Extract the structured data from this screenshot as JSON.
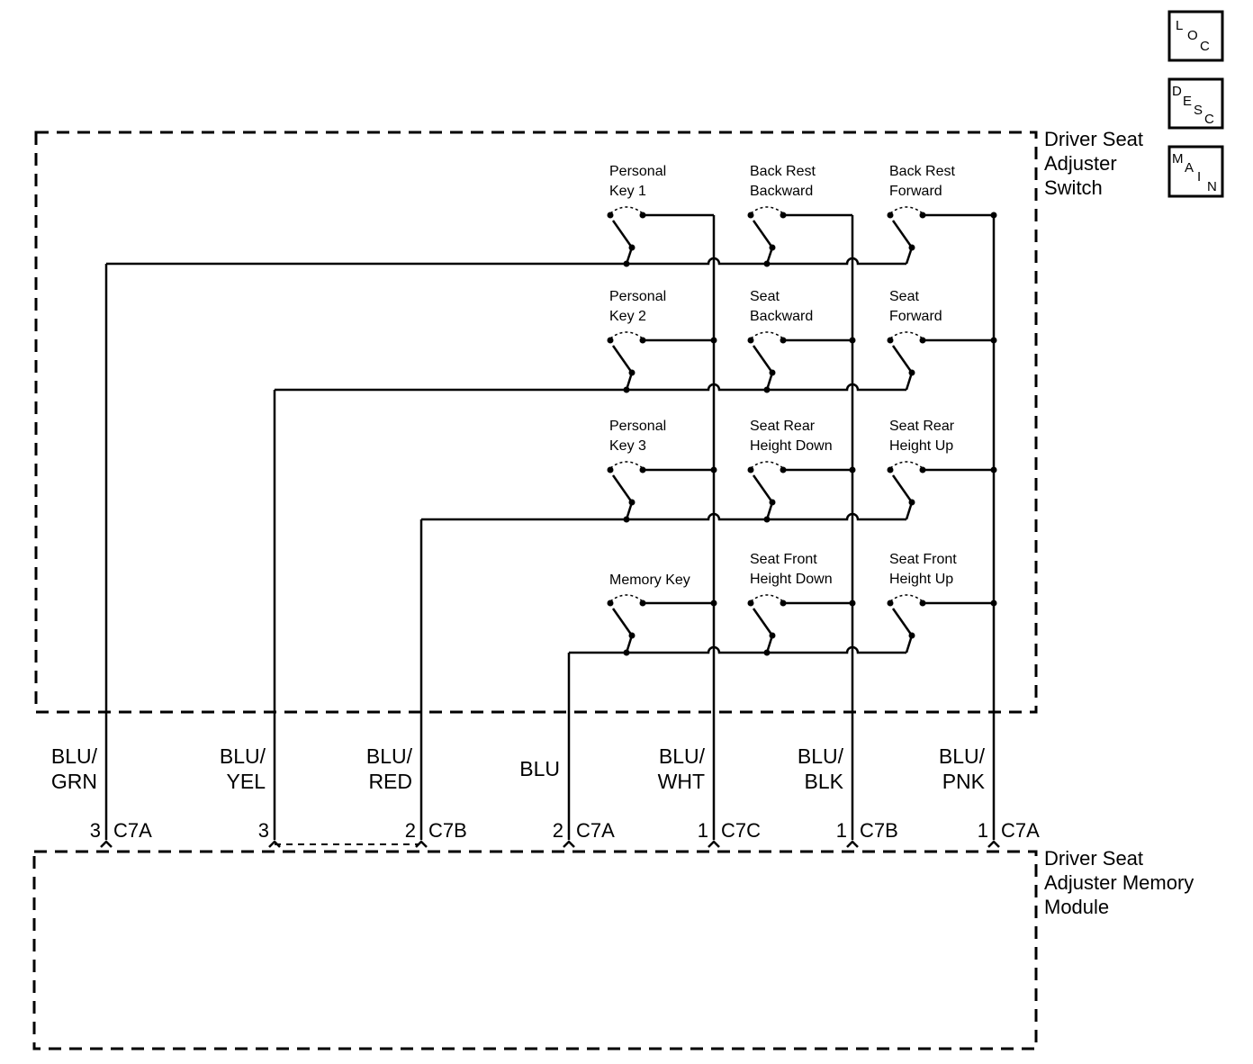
{
  "nav_buttons": [
    {
      "letters": [
        "L",
        "O",
        "C"
      ]
    },
    {
      "letters": [
        "D",
        "E",
        "S",
        "C"
      ]
    },
    {
      "letters": [
        "M",
        "A",
        "I",
        "N"
      ]
    }
  ],
  "components": {
    "switch": [
      "Driver Seat",
      "Adjuster",
      "Switch"
    ],
    "module": [
      "Driver Seat",
      "Adjuster Memory",
      "Module"
    ]
  },
  "switches": [
    [
      "Personal",
      "Key 1"
    ],
    [
      "Back Rest",
      "Backward"
    ],
    [
      "Back Rest",
      "Forward"
    ],
    [
      "Personal",
      "Key 2"
    ],
    [
      "Seat",
      "Backward"
    ],
    [
      "Seat",
      "Forward"
    ],
    [
      "Personal",
      "Key 3"
    ],
    [
      "Seat Rear",
      "Height Down"
    ],
    [
      "Seat Rear",
      "Height Up"
    ],
    [
      "Memory Key"
    ],
    [
      "Seat Front",
      "Height Down"
    ],
    [
      "Seat Front",
      "Height Up"
    ]
  ],
  "wires": [
    {
      "color": [
        "BLU/",
        "GRN"
      ],
      "pin": "3",
      "connector": "C7A"
    },
    {
      "color": [
        "BLU/",
        "YEL"
      ],
      "pin": "3",
      "connector": ""
    },
    {
      "color": [
        "BLU/",
        "RED"
      ],
      "pin": "2",
      "connector": "C7B"
    },
    {
      "color": [
        "BLU"
      ],
      "pin": "2",
      "connector": "C7A"
    },
    {
      "color": [
        "BLU/",
        "WHT"
      ],
      "pin": "1",
      "connector": "C7C"
    },
    {
      "color": [
        "BLU/",
        "BLK"
      ],
      "pin": "1",
      "connector": "C7B"
    },
    {
      "color": [
        "BLU/",
        "PNK"
      ],
      "pin": "1",
      "connector": "C7A"
    }
  ]
}
